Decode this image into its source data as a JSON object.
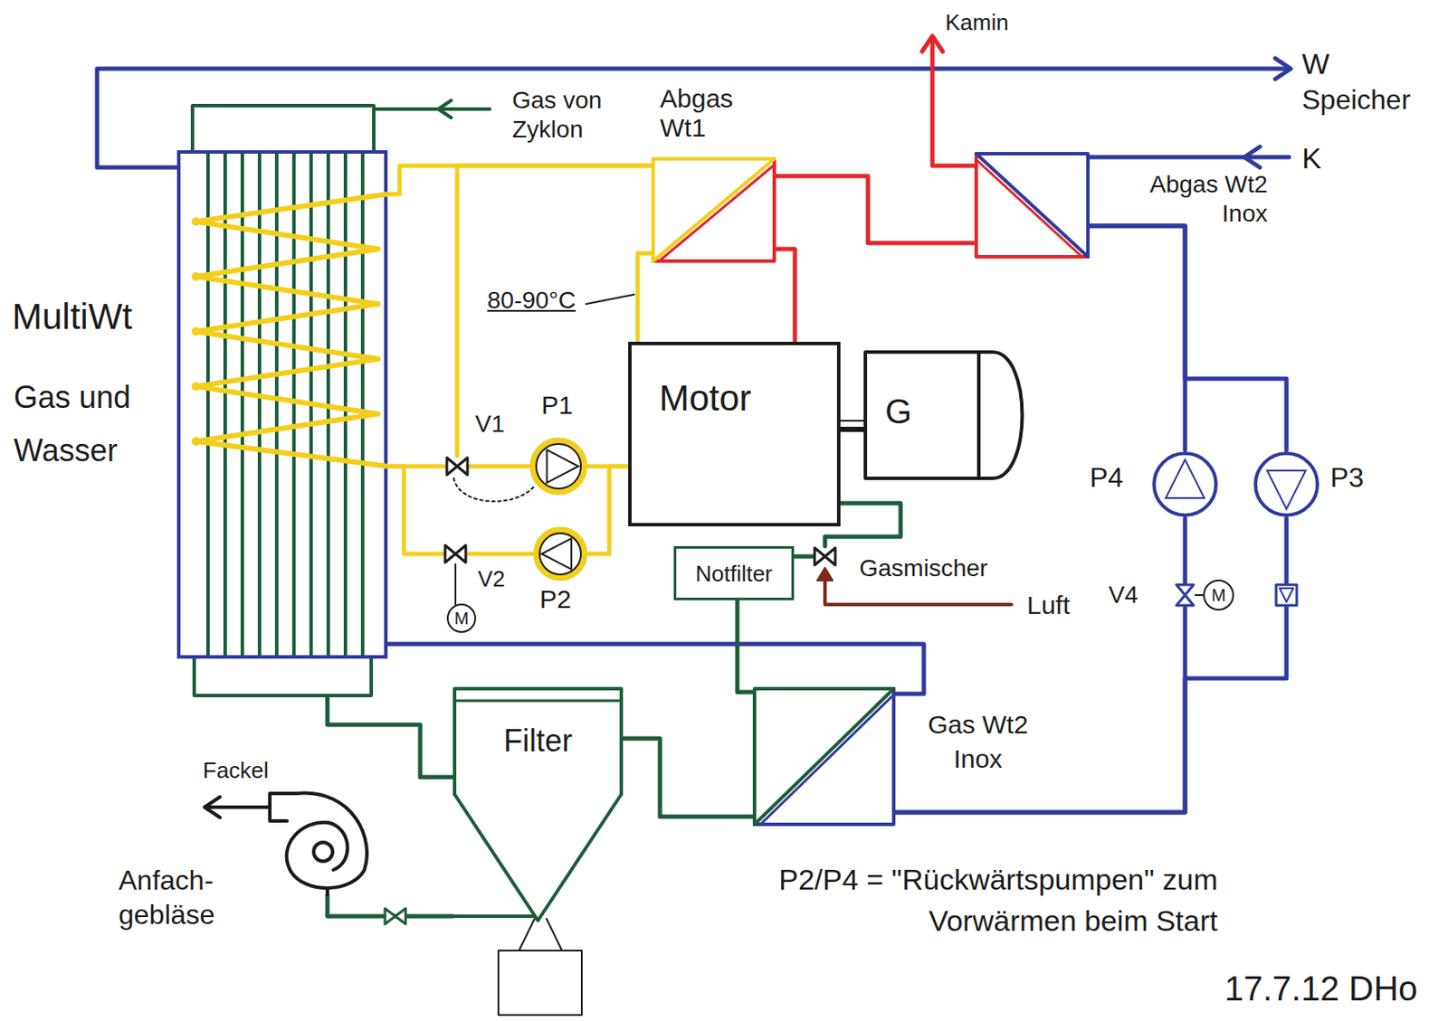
{
  "diagram": {
    "nodes": [
      {
        "text": [
          "MultiWt",
          "Gas und Wasser"
        ]
      },
      {
        "text": [
          "Abgas Wt1"
        ]
      },
      {
        "text": [
          "Abgas Wt2 Inox"
        ]
      },
      {
        "text": [
          "Motor"
        ]
      },
      {
        "text": [
          "G"
        ]
      },
      {
        "text": [
          "V1"
        ]
      },
      {
        "text": [
          "P1"
        ]
      },
      {
        "text": [
          "V2"
        ]
      },
      {
        "text": [
          "P2"
        ]
      },
      {
        "text": [
          "Notfilter"
        ]
      },
      {
        "text": [
          "Gasmischer"
        ]
      },
      {
        "text": [
          "P4"
        ]
      },
      {
        "text": [
          "V4"
        ]
      },
      {
        "text": [
          "P3"
        ]
      },
      {
        "text": [
          "Filter"
        ]
      },
      {
        "text": [
          "Gas Wt2 Inox"
        ]
      },
      {
        "text": [
          "Anfach- gebläse"
        ]
      }
    ],
    "edges": [
      {
        "from": 1,
        "to": 0,
        "arrow": "none"
      },
      {
        "from": 1,
        "to": 5,
        "arrow": "none"
      },
      {
        "from": 0,
        "to": 5,
        "arrow": "none"
      },
      {
        "from": 5,
        "to": 6,
        "arrow": "none"
      },
      {
        "from": 6,
        "to": 3,
        "arrow": "none"
      },
      {
        "from": 0,
        "to": 7,
        "arrow": "none"
      },
      {
        "from": 7,
        "to": 8,
        "arrow": "none"
      },
      {
        "from": 8,
        "to": 3,
        "arrow": "none"
      },
      {
        "from": 3,
        "to": 1,
        "arrow": "none"
      },
      {
        "from": 3,
        "to": 1,
        "arrow": "none"
      },
      {
        "from": 1,
        "to": 2,
        "arrow": "none"
      },
      {
        "from": 3,
        "to": 4,
        "arrow": "none"
      },
      {
        "from": 2,
        "to": 11,
        "arrow": "none"
      },
      {
        "from": 2,
        "to": 13,
        "arrow": "none"
      },
      {
        "from": 11,
        "to": 12,
        "arrow": "none"
      },
      {
        "from": 12,
        "to": 15,
        "arrow": "none"
      },
      {
        "from": 13,
        "to": 15,
        "arrow": "none"
      },
      {
        "from": 15,
        "to": 0,
        "arrow": "none"
      },
      {
        "from": 0,
        "to": 14,
        "arrow": "none"
      },
      {
        "from": 14,
        "to": 15,
        "arrow": "none"
      },
      {
        "from": 15,
        "to": 9,
        "arrow": "none"
      },
      {
        "from": 9,
        "to": 10,
        "arrow": "none"
      },
      {
        "from": 10,
        "to": 3,
        "arrow": "none"
      },
      {
        "from": 14,
        "to": 16,
        "arrow": "none"
      }
    ],
    "labels": [
      "Gas von Zyklon",
      "Kamin",
      "W",
      "Speicher",
      "K",
      "80-90°C",
      "M",
      "M",
      "Luft",
      "Fackel",
      "P2/P4 = \"Rückwärtspumpen\" zum Vorwärmen beim Start",
      "17.7.12 DHo"
    ]
  }
}
